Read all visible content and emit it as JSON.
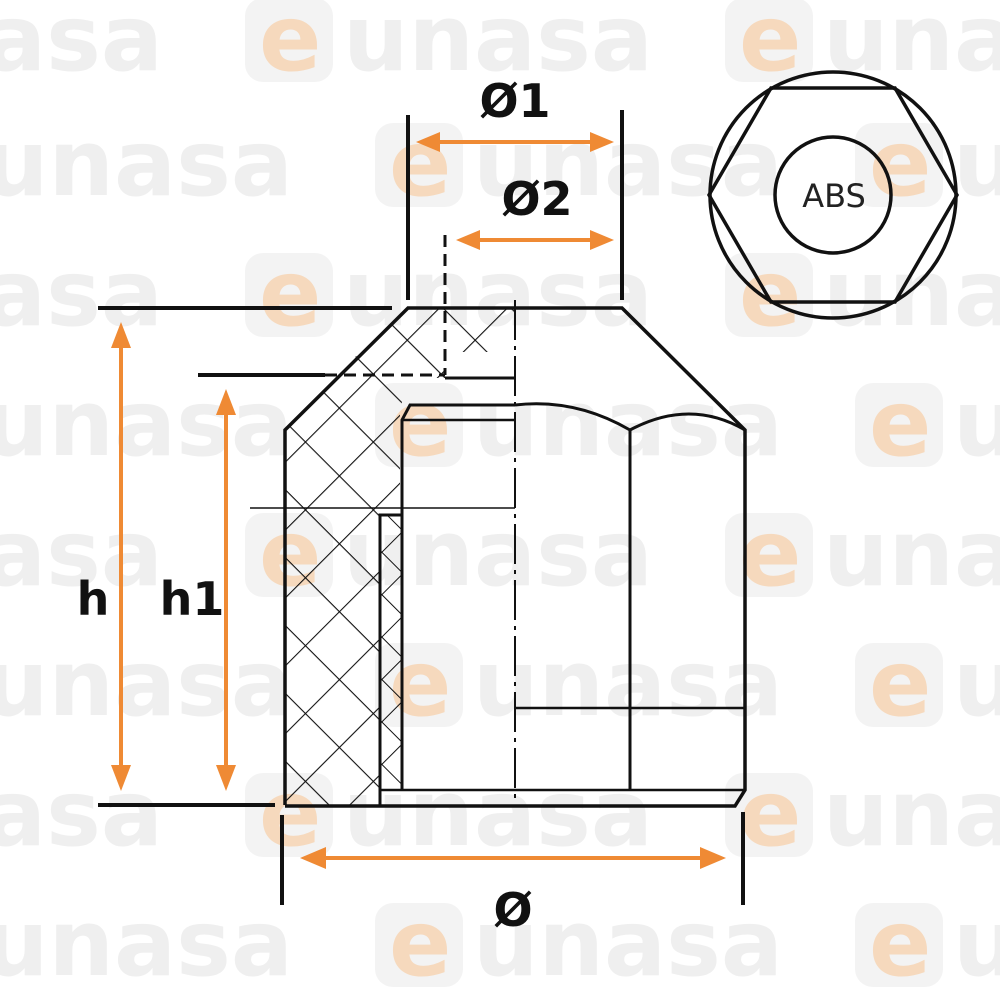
{
  "watermark": {
    "text": "eunasa",
    "colors": {
      "text": "#efefef",
      "e_mark": "#f6d9bd"
    }
  },
  "dimensions": {
    "d1": "Ø1",
    "d2": "Ø2",
    "h": "h",
    "h1": "h1",
    "d": "Ø"
  },
  "top_view": {
    "material": "ABS"
  },
  "colors": {
    "dimension_arrow": "#ef8a34",
    "line": "#111111",
    "background": "#ffffff"
  }
}
